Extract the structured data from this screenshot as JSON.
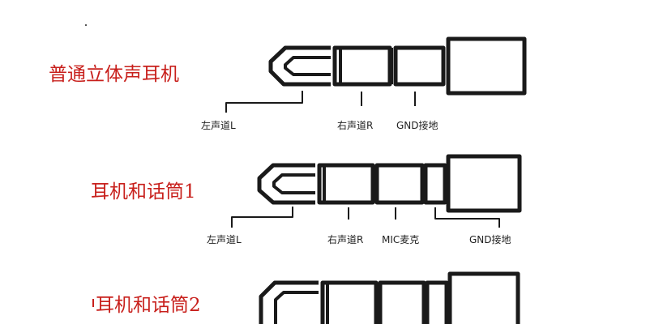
{
  "diagrams": [
    {
      "title": "普通立体声耳机",
      "labels": {
        "left": "左声道L",
        "right": "右声道R",
        "gnd": "GND接地"
      }
    },
    {
      "title": "耳机和话筒1",
      "labels": {
        "left": "左声道L",
        "right": "右声道R",
        "mic": "MIC麦克",
        "gnd": "GND接地"
      }
    },
    {
      "title": "耳机和话筒2"
    }
  ],
  "colors": {
    "title": "#c8201c",
    "line": "#1a1a1a"
  }
}
